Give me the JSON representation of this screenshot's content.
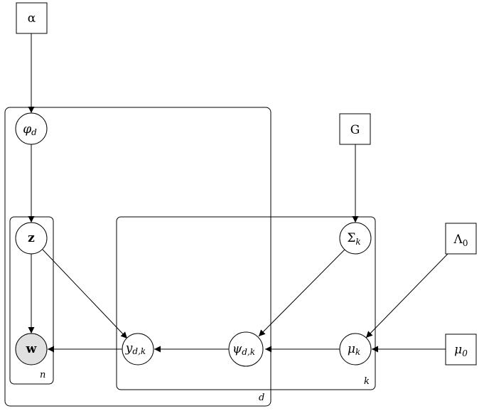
{
  "nodes": {
    "alpha": "α",
    "phi_base": "φ",
    "phi_sub": "d",
    "G": "G",
    "z": "z",
    "sigma_base": "Σ",
    "sigma_sub": "k",
    "lambda_base": "Λ",
    "lambda_sub": "0",
    "w": "w",
    "y_base": "y",
    "y_sub": "d,k",
    "psi_base": "ψ",
    "psi_sub": "d,k",
    "mu_base": "μ",
    "mu_sub": "k",
    "mu0_base": "μ",
    "mu0_sub": "0"
  },
  "plates": {
    "d": "d",
    "n": "n",
    "k": "k"
  },
  "observed_nodes": [
    "w"
  ],
  "edges": [
    [
      "alpha",
      "phi"
    ],
    [
      "phi",
      "z"
    ],
    [
      "z",
      "w"
    ],
    [
      "z",
      "y"
    ],
    [
      "G",
      "sigma"
    ],
    [
      "sigma",
      "psi"
    ],
    [
      "lambda",
      "mu"
    ],
    [
      "y",
      "w"
    ],
    [
      "psi",
      "y"
    ],
    [
      "mu",
      "psi"
    ],
    [
      "mu0",
      "mu"
    ]
  ],
  "colors": {
    "observed_fill": "#e0e0e0",
    "stroke": "#000000"
  }
}
